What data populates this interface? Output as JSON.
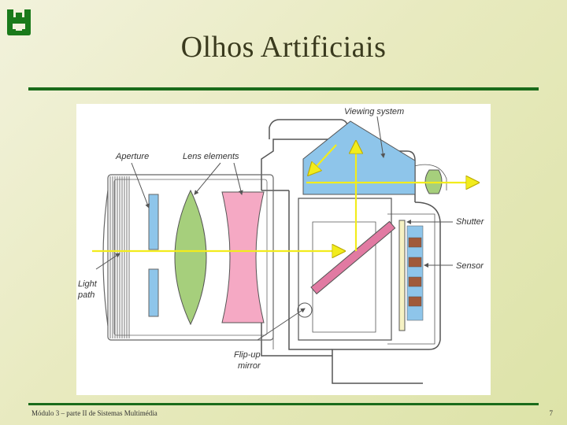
{
  "slide": {
    "title": "Olhos Artificiais",
    "footer_text": "Módulo 3 – parte II de Sistemas Multimédia",
    "page_number": "7"
  },
  "logo": {
    "icon": "university-logo-icon",
    "color": "#1a7a1a"
  },
  "figure": {
    "labels": {
      "viewing_system": "Viewing system",
      "aperture": "Aperture",
      "lens_elements": "Lens elements",
      "shutter": "Shutter",
      "sensor": "Sensor",
      "light_path_1": "Light",
      "light_path_2": "path",
      "flip_mirror_1": "Flip-up",
      "flip_mirror_2": "mirror"
    }
  },
  "colors": {
    "accent_rule": "#1a6b1a",
    "light_path": "#f2ec1c",
    "prism": "#8ec5ea",
    "lens_convex": "#a6cf7c",
    "lens_concave": "#f5a9c4",
    "mirror": "#e17aa2"
  }
}
